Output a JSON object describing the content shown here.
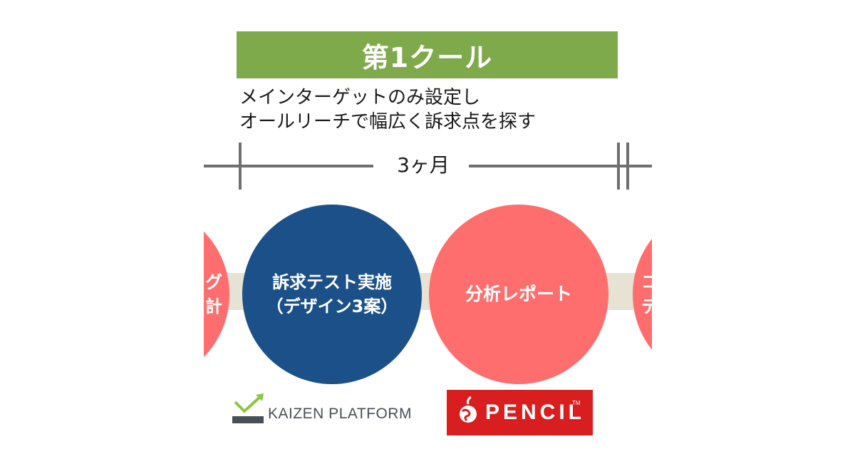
{
  "header": {
    "title": "第1クール"
  },
  "description": {
    "line1": "メインターゲットのみ設定し",
    "line2": "オールリーチで幅広く訴求点を探す"
  },
  "timeline": {
    "duration_label": "3ヶ月"
  },
  "steps": {
    "prev_partial": {
      "line1": "グ",
      "line2": "計"
    },
    "test": {
      "line1": "訴求テスト実施",
      "line2": "（デザイン3案）"
    },
    "report": {
      "label": "分析レポート"
    },
    "next_partial": {
      "line1": "コ",
      "line2": "デ"
    }
  },
  "logos": {
    "kaizen": {
      "text": "KAIZEN PLATFORM"
    },
    "pencil": {
      "text": "PENCIL",
      "tm": "TM"
    }
  },
  "colors": {
    "header_green": "#7faa4c",
    "blue_circle": "#1b5188",
    "red_circle": "#ff6e6e",
    "connector_band": "#e6e3d4",
    "timeline_gray": "#6f6f6f",
    "pencil_red": "#d81e1e",
    "kaizen_green": "#8cc63f"
  }
}
